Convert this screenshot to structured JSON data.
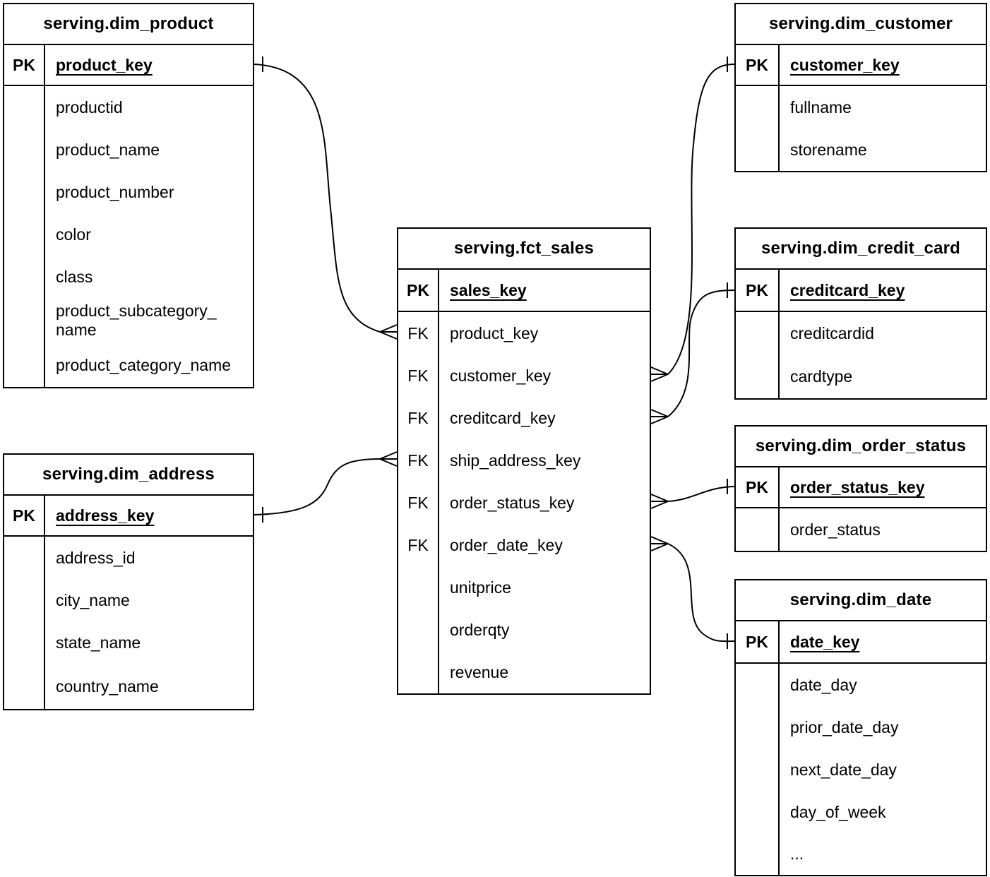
{
  "tables": [
    {
      "id": "dim_product",
      "title": "serving.dim_product",
      "key_header": "PK",
      "pk_field": "product_key",
      "fields": [
        {
          "key": "",
          "name": "productid"
        },
        {
          "key": "",
          "name": "product_name"
        },
        {
          "key": "",
          "name": "product_number"
        },
        {
          "key": "",
          "name": "color"
        },
        {
          "key": "",
          "name": "class"
        },
        {
          "key": "",
          "name": "product_subcategory_name"
        },
        {
          "key": "",
          "name": "product_category_name"
        }
      ]
    },
    {
      "id": "dim_customer",
      "title": "serving.dim_customer",
      "key_header": "PK",
      "pk_field": "customer_key",
      "fields": [
        {
          "key": "",
          "name": "fullname"
        },
        {
          "key": "",
          "name": "storename"
        }
      ]
    },
    {
      "id": "fct_sales",
      "title": "serving.fct_sales",
      "key_header": "PK",
      "pk_field": "sales_key",
      "fields": [
        {
          "key": "FK",
          "name": "product_key"
        },
        {
          "key": "FK",
          "name": "customer_key"
        },
        {
          "key": "FK",
          "name": "creditcard_key"
        },
        {
          "key": "FK",
          "name": "ship_address_key"
        },
        {
          "key": "FK",
          "name": "order_status_key"
        },
        {
          "key": "FK",
          "name": "order_date_key"
        },
        {
          "key": "",
          "name": "unitprice"
        },
        {
          "key": "",
          "name": "orderqty"
        },
        {
          "key": "",
          "name": "revenue"
        }
      ]
    },
    {
      "id": "dim_credit_card",
      "title": "serving.dim_credit_card",
      "key_header": "PK",
      "pk_field": "creditcard_key",
      "fields": [
        {
          "key": "",
          "name": "creditcardid"
        },
        {
          "key": "",
          "name": "cardtype"
        }
      ]
    },
    {
      "id": "dim_order_status",
      "title": "serving.dim_order_status",
      "key_header": "PK",
      "pk_field": "order_status_key",
      "fields": [
        {
          "key": "",
          "name": "order_status"
        }
      ]
    },
    {
      "id": "dim_date",
      "title": "serving.dim_date",
      "key_header": "PK",
      "pk_field": "date_key",
      "fields": [
        {
          "key": "",
          "name": "date_day"
        },
        {
          "key": "",
          "name": "prior_date_day"
        },
        {
          "key": "",
          "name": "next_date_day"
        },
        {
          "key": "",
          "name": "day_of_week"
        },
        {
          "key": "",
          "name": "..."
        }
      ]
    },
    {
      "id": "dim_address",
      "title": "serving.dim_address",
      "key_header": "PK",
      "pk_field": "address_key",
      "fields": [
        {
          "key": "",
          "name": "address_id"
        },
        {
          "key": "",
          "name": "city_name"
        },
        {
          "key": "",
          "name": "state_name"
        },
        {
          "key": "",
          "name": "country_name"
        }
      ]
    }
  ],
  "relationships": [
    {
      "from_table": "serving.fct_sales",
      "from_field": "product_key",
      "from_cardinality": "many",
      "to_table": "serving.dim_product",
      "to_field": "product_key",
      "to_cardinality": "one"
    },
    {
      "from_table": "serving.fct_sales",
      "from_field": "ship_address_key",
      "from_cardinality": "many",
      "to_table": "serving.dim_address",
      "to_field": "address_key",
      "to_cardinality": "one"
    },
    {
      "from_table": "serving.fct_sales",
      "from_field": "customer_key",
      "from_cardinality": "many",
      "to_table": "serving.dim_customer",
      "to_field": "customer_key",
      "to_cardinality": "one"
    },
    {
      "from_table": "serving.fct_sales",
      "from_field": "creditcard_key",
      "from_cardinality": "many",
      "to_table": "serving.dim_credit_card",
      "to_field": "creditcard_key",
      "to_cardinality": "one"
    },
    {
      "from_table": "serving.fct_sales",
      "from_field": "order_status_key",
      "from_cardinality": "many",
      "to_table": "serving.dim_order_status",
      "to_field": "order_status_key",
      "to_cardinality": "one"
    },
    {
      "from_table": "serving.fct_sales",
      "from_field": "order_date_key",
      "from_cardinality": "many",
      "to_table": "serving.dim_date",
      "to_field": "date_key",
      "to_cardinality": "one"
    }
  ],
  "colors": {
    "line": "#000000",
    "text": "#000000",
    "background": "#ffffff"
  }
}
